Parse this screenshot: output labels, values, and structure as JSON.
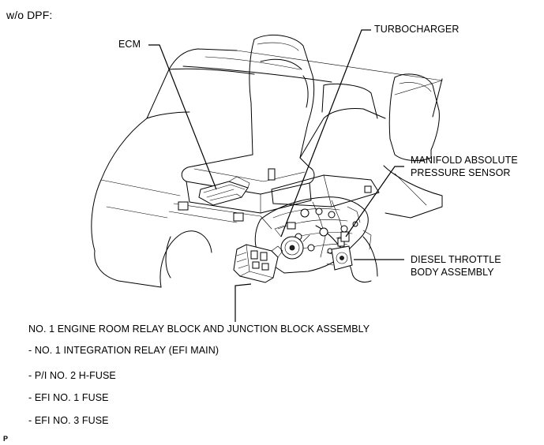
{
  "header": {
    "variant": "w/o DPF:"
  },
  "labels": {
    "ecm": "ECM",
    "turbocharger": "TURBOCHARGER",
    "map_sensor_line1": "MANIFOLD ABSOLUTE",
    "map_sensor_line2": "PRESSURE SENSOR",
    "throttle_line1": "DIESEL THROTTLE",
    "throttle_line2": "BODY ASSEMBLY",
    "relay_block": "NO. 1 ENGINE ROOM RELAY BLOCK AND JUNCTION BLOCK ASSEMBLY"
  },
  "components": [
    "- NO. 1 INTEGRATION RELAY (EFI MAIN)",
    "- P/I NO. 2 H-FUSE",
    "- EFI NO. 1 FUSE",
    "- EFI NO. 3 FUSE"
  ],
  "footer": {
    "mark": "P"
  }
}
